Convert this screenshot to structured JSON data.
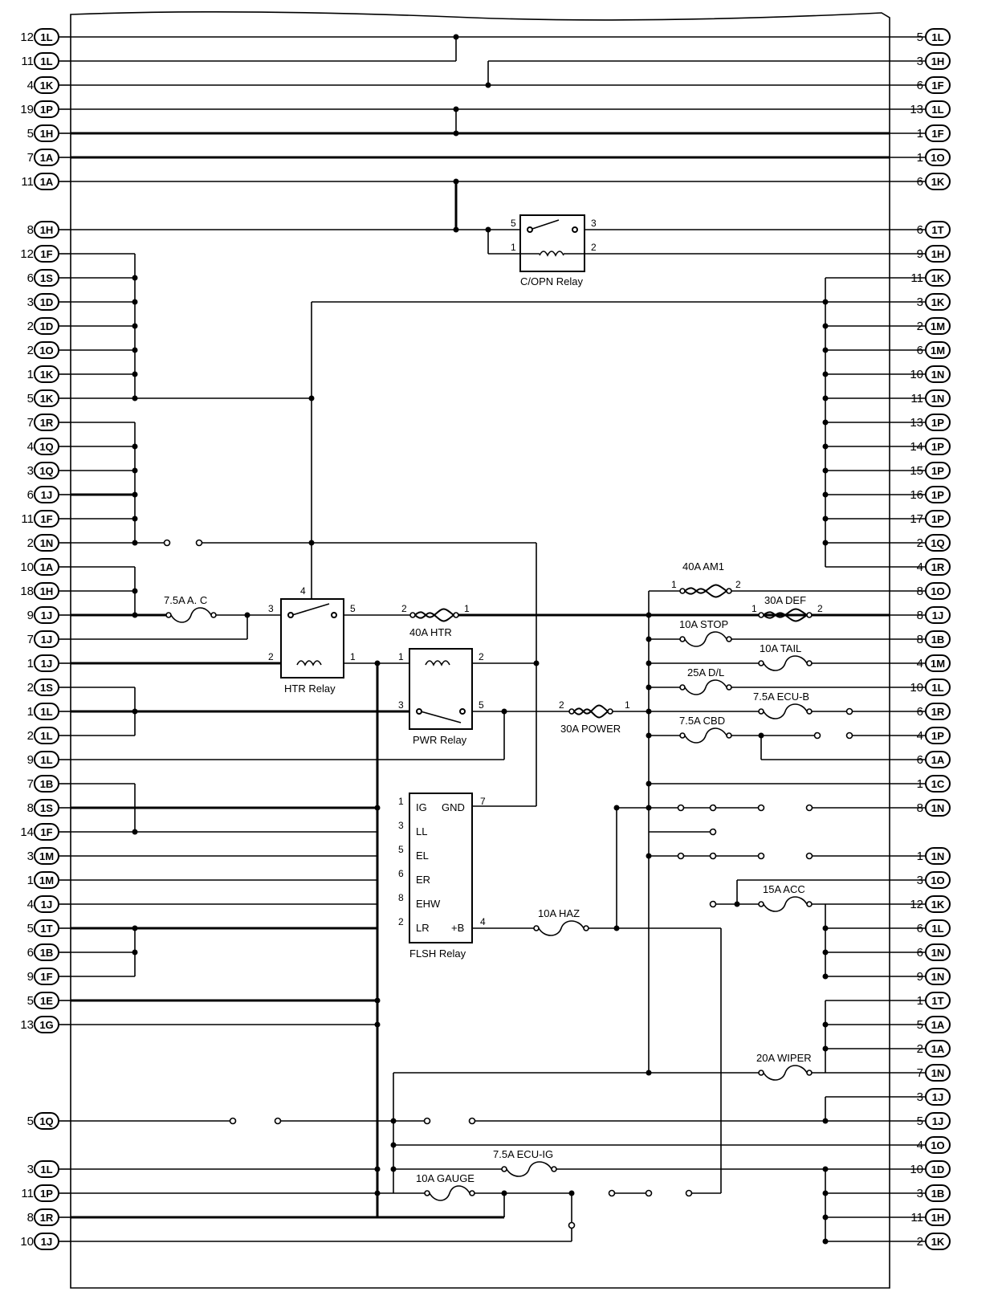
{
  "left_connectors": [
    {
      "pin": "12",
      "conn": "1L"
    },
    {
      "pin": "11",
      "conn": "1L"
    },
    {
      "pin": "4",
      "conn": "1K"
    },
    {
      "pin": "19",
      "conn": "1P"
    },
    {
      "pin": "5",
      "conn": "1H"
    },
    {
      "pin": "7",
      "conn": "1A"
    },
    {
      "pin": "11",
      "conn": "1A"
    },
    {
      "pin": "8",
      "conn": "1H"
    },
    {
      "pin": "12",
      "conn": "1F"
    },
    {
      "pin": "6",
      "conn": "1S"
    },
    {
      "pin": "3",
      "conn": "1D"
    },
    {
      "pin": "2",
      "conn": "1D"
    },
    {
      "pin": "2",
      "conn": "1O"
    },
    {
      "pin": "1",
      "conn": "1K"
    },
    {
      "pin": "5",
      "conn": "1K"
    },
    {
      "pin": "7",
      "conn": "1R"
    },
    {
      "pin": "4",
      "conn": "1Q"
    },
    {
      "pin": "3",
      "conn": "1Q"
    },
    {
      "pin": "6",
      "conn": "1J"
    },
    {
      "pin": "11",
      "conn": "1F"
    },
    {
      "pin": "2",
      "conn": "1N"
    },
    {
      "pin": "10",
      "conn": "1A"
    },
    {
      "pin": "18",
      "conn": "1H"
    },
    {
      "pin": "9",
      "conn": "1J"
    },
    {
      "pin": "7",
      "conn": "1J"
    },
    {
      "pin": "1",
      "conn": "1J"
    },
    {
      "pin": "2",
      "conn": "1S"
    },
    {
      "pin": "1",
      "conn": "1L"
    },
    {
      "pin": "2",
      "conn": "1L"
    },
    {
      "pin": "9",
      "conn": "1L"
    },
    {
      "pin": "7",
      "conn": "1B"
    },
    {
      "pin": "8",
      "conn": "1S"
    },
    {
      "pin": "14",
      "conn": "1F"
    },
    {
      "pin": "3",
      "conn": "1M"
    },
    {
      "pin": "1",
      "conn": "1M"
    },
    {
      "pin": "4",
      "conn": "1J"
    },
    {
      "pin": "5",
      "conn": "1T"
    },
    {
      "pin": "6",
      "conn": "1B"
    },
    {
      "pin": "9",
      "conn": "1F"
    },
    {
      "pin": "5",
      "conn": "1E"
    },
    {
      "pin": "13",
      "conn": "1G"
    },
    {
      "pin": "5",
      "conn": "1Q"
    },
    {
      "pin": "3",
      "conn": "1L"
    },
    {
      "pin": "11",
      "conn": "1P"
    },
    {
      "pin": "8",
      "conn": "1R"
    },
    {
      "pin": "10",
      "conn": "1J"
    }
  ],
  "right_connectors": [
    {
      "pin": "5",
      "conn": "1L"
    },
    {
      "pin": "3",
      "conn": "1H"
    },
    {
      "pin": "6",
      "conn": "1F"
    },
    {
      "pin": "13",
      "conn": "1L"
    },
    {
      "pin": "1",
      "conn": "1F"
    },
    {
      "pin": "1",
      "conn": "1O"
    },
    {
      "pin": "6",
      "conn": "1K"
    },
    {
      "pin": "6",
      "conn": "1T"
    },
    {
      "pin": "9",
      "conn": "1H"
    },
    {
      "pin": "11",
      "conn": "1K"
    },
    {
      "pin": "3",
      "conn": "1K"
    },
    {
      "pin": "2",
      "conn": "1M"
    },
    {
      "pin": "6",
      "conn": "1M"
    },
    {
      "pin": "10",
      "conn": "1N"
    },
    {
      "pin": "11",
      "conn": "1N"
    },
    {
      "pin": "13",
      "conn": "1P"
    },
    {
      "pin": "14",
      "conn": "1P"
    },
    {
      "pin": "15",
      "conn": "1P"
    },
    {
      "pin": "16",
      "conn": "1P"
    },
    {
      "pin": "17",
      "conn": "1P"
    },
    {
      "pin": "2",
      "conn": "1Q"
    },
    {
      "pin": "4",
      "conn": "1R"
    },
    {
      "pin": "8",
      "conn": "1O"
    },
    {
      "pin": "8",
      "conn": "1J"
    },
    {
      "pin": "8",
      "conn": "1B"
    },
    {
      "pin": "4",
      "conn": "1M"
    },
    {
      "pin": "10",
      "conn": "1L"
    },
    {
      "pin": "6",
      "conn": "1R"
    },
    {
      "pin": "4",
      "conn": "1P"
    },
    {
      "pin": "6",
      "conn": "1A"
    },
    {
      "pin": "1",
      "conn": "1C"
    },
    {
      "pin": "8",
      "conn": "1N"
    },
    {
      "pin": "1",
      "conn": "1N"
    },
    {
      "pin": "3",
      "conn": "1O"
    },
    {
      "pin": "12",
      "conn": "1K"
    },
    {
      "pin": "6",
      "conn": "1L"
    },
    {
      "pin": "6",
      "conn": "1N"
    },
    {
      "pin": "9",
      "conn": "1N"
    },
    {
      "pin": "1",
      "conn": "1T"
    },
    {
      "pin": "5",
      "conn": "1A"
    },
    {
      "pin": "2",
      "conn": "1A"
    },
    {
      "pin": "7",
      "conn": "1N"
    },
    {
      "pin": "3",
      "conn": "1J"
    },
    {
      "pin": "5",
      "conn": "1J"
    },
    {
      "pin": "4",
      "conn": "1O"
    },
    {
      "pin": "10",
      "conn": "1D"
    },
    {
      "pin": "3",
      "conn": "1B"
    },
    {
      "pin": "11",
      "conn": "1H"
    },
    {
      "pin": "2",
      "conn": "1K"
    }
  ],
  "relays": {
    "copn": {
      "name": "C/OPN Relay",
      "pins": [
        "5",
        "3",
        "1",
        "2"
      ]
    },
    "htr": {
      "name": "HTR Relay",
      "pins": [
        "4",
        "3",
        "5",
        "2",
        "1"
      ]
    },
    "pwr": {
      "name": "PWR Relay",
      "pins": [
        "1",
        "2",
        "3",
        "5"
      ]
    },
    "flsh": {
      "name": "FLSH Relay",
      "pins": [
        "1",
        "3",
        "5",
        "6",
        "8",
        "2",
        "7",
        "4"
      ],
      "terminals": [
        "IG",
        "LL",
        "EL",
        "ER",
        "EHW",
        "LR",
        "GND",
        "+B"
      ]
    }
  },
  "fuses": {
    "ac": "7.5A A. C",
    "htr": "40A HTR",
    "power": "30A POWER",
    "am1": "40A AM1",
    "def": "30A DEF",
    "stop": "10A STOP",
    "tail": "10A TAIL",
    "dl": "25A D/L",
    "ecub": "7.5A ECU-B",
    "cbd": "7.5A CBD",
    "acc": "15A ACC",
    "haz": "10A HAZ",
    "wiper": "20A WIPER",
    "ecuig": "7.5A ECU-IG",
    "gauge": "10A GAUGE"
  },
  "fuse_pins": {
    "one": "1",
    "two": "2"
  }
}
